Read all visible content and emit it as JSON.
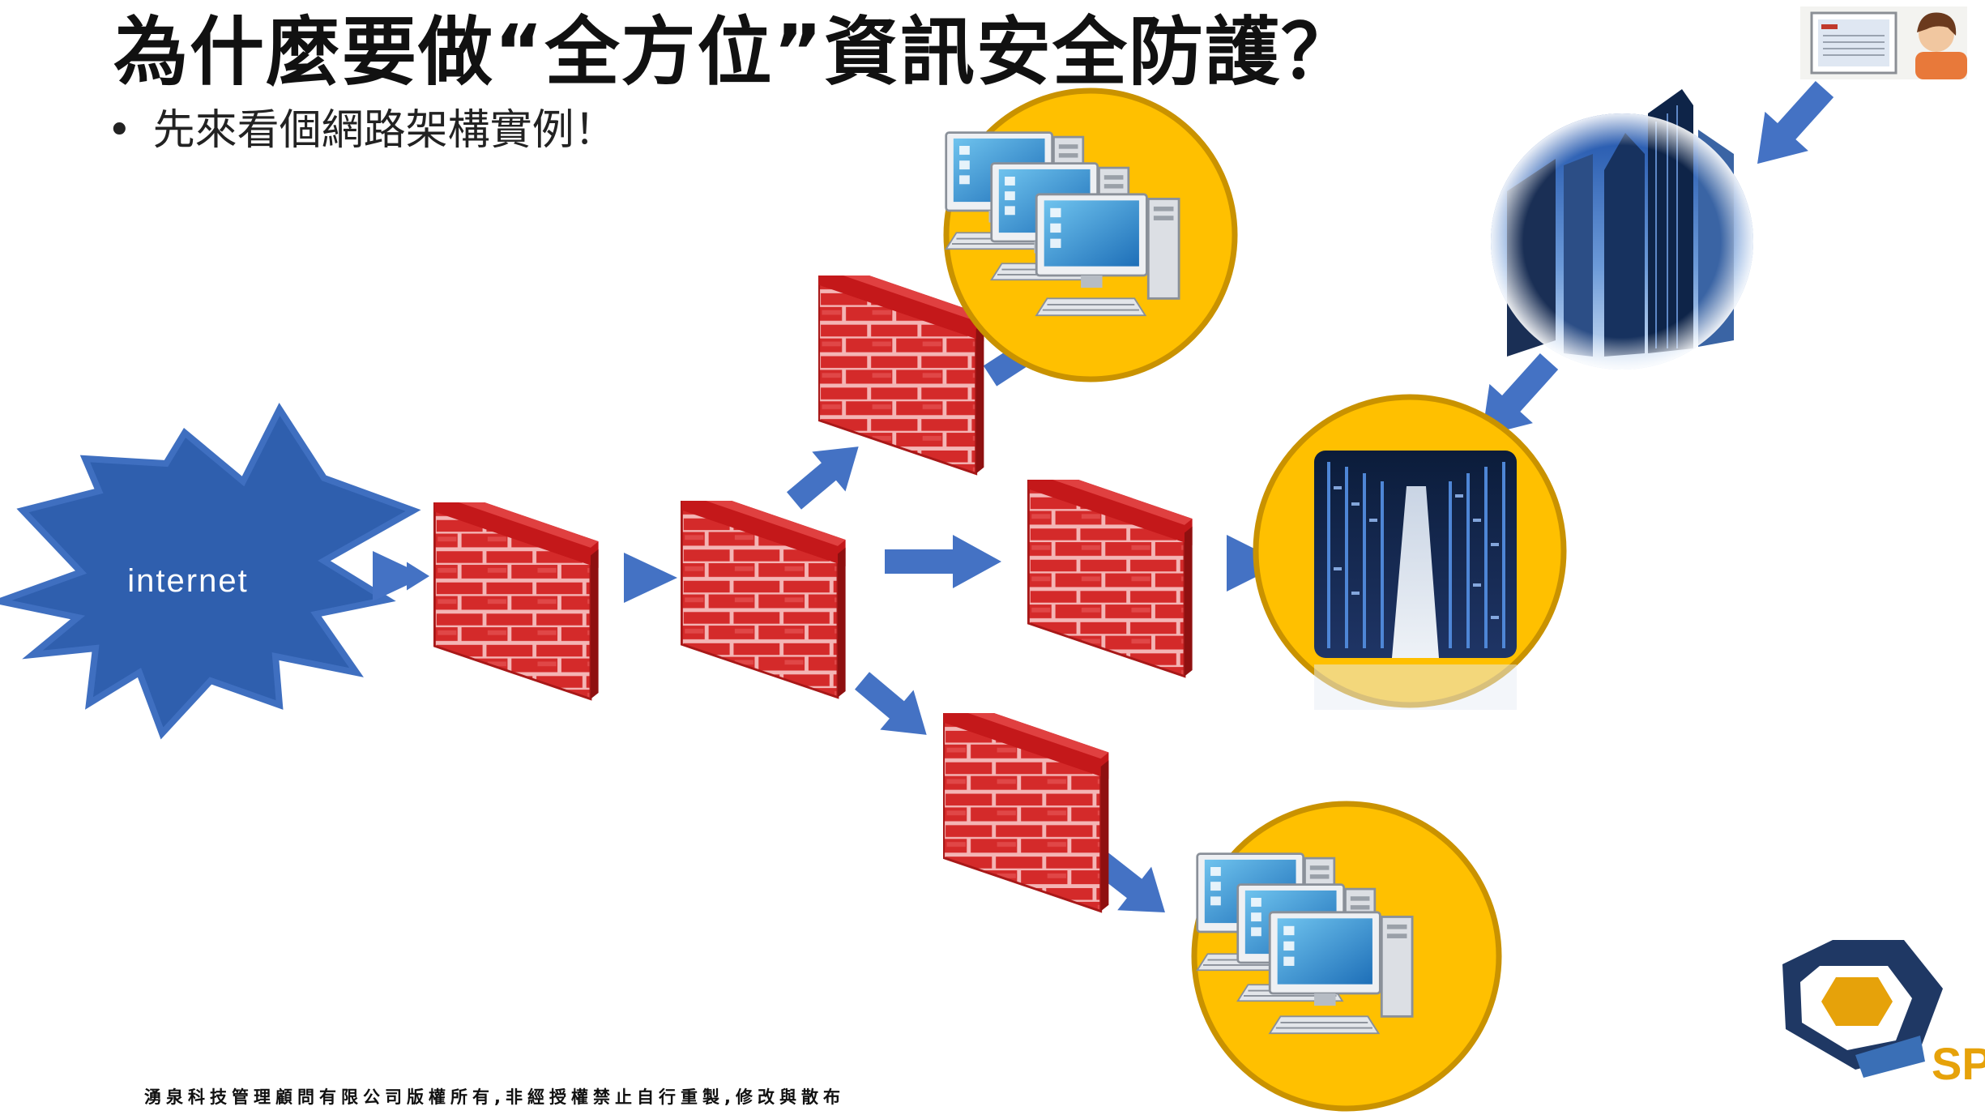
{
  "slide": {
    "title": "為什麼要做“全方位”資訊安全防護？",
    "bullet": "先來看個網路架構實例！",
    "internet_label": "internet",
    "footer": "湧泉科技管理顧問有限公司版權所有,非經授權禁止自行重製,修改與散布",
    "logo_text": "SP"
  },
  "colors": {
    "arrow": "#4472c4",
    "burst_fill": "#2f5fae",
    "burst_stroke": "#3f6fc0",
    "circle_fill": "#ffc000",
    "circle_stroke": "#c99200",
    "firewall_brick": "#d42a2a",
    "firewall_top": "#c4181a",
    "logo_navy": "#1f3864",
    "logo_gold": "#e6a20a"
  },
  "icons": {
    "internet": "internet-burst-icon",
    "firewall": "firewall-icon",
    "workstations": "workstations-icon",
    "datacenter": "datacenter-icon",
    "office_building": "office-building-icon",
    "remote_user": "remote-user-icon",
    "logo": "company-logo-icon"
  }
}
